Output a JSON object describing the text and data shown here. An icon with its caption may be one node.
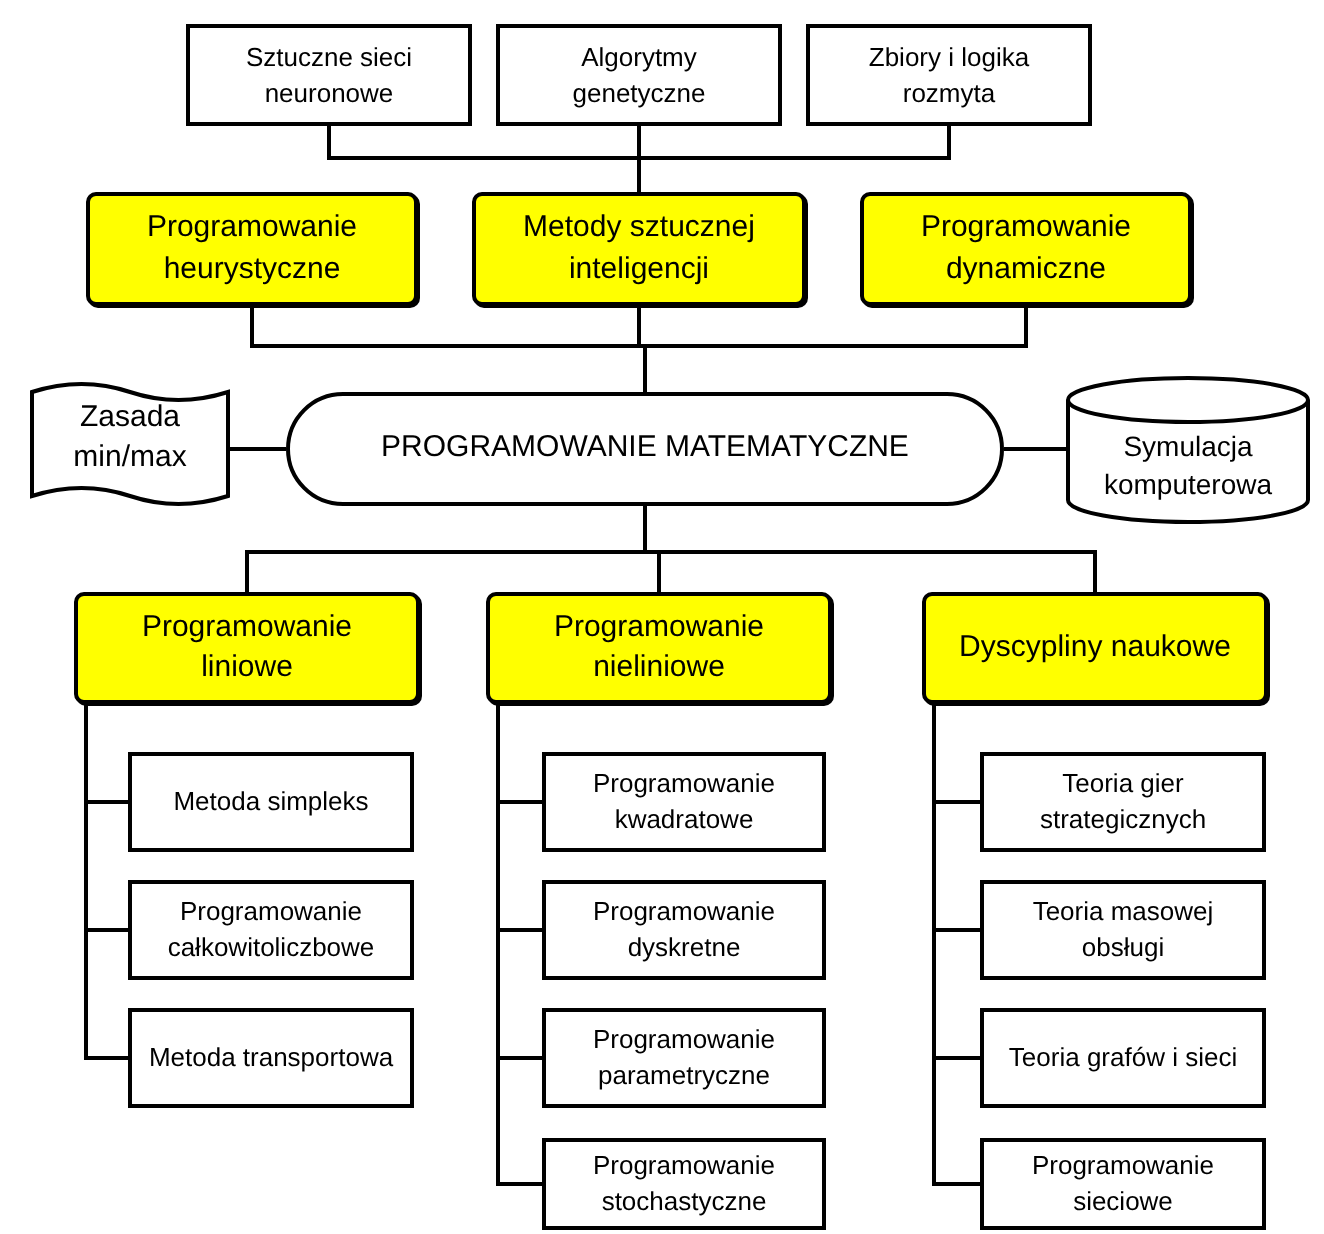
{
  "diagram": {
    "nodes": [
      {
        "text": [
          "Sztuczne sieci neuronowe"
        ]
      },
      {
        "text": [
          "Algorytmy genetyczne"
        ]
      },
      {
        "text": [
          "Zbiory i logika rozmyta"
        ]
      },
      {
        "text": [
          "Programowanie heurystyczne"
        ]
      },
      {
        "text": [
          "Metody sztucznej inteligencji"
        ]
      },
      {
        "text": [
          "Programowanie dynamiczne"
        ]
      },
      {
        "text": [
          "Zasada min/max"
        ]
      },
      {
        "text": [
          "PROGRAMOWANIE MATEMATYCZNE"
        ]
      },
      {
        "text": [
          "Symulacja komputerowa"
        ]
      },
      {
        "text": [
          "Programowanie liniowe"
        ]
      },
      {
        "text": [
          "Programowanie nieliniowe"
        ]
      },
      {
        "text": [
          "Dyscypliny naukowe"
        ]
      },
      {
        "text": [
          "Metoda simpleks"
        ]
      },
      {
        "text": [
          "Programowanie całkowitoliczbowe"
        ]
      },
      {
        "text": [
          "Metoda transportowa"
        ]
      },
      {
        "text": [
          "Programowanie kwadratowe"
        ]
      },
      {
        "text": [
          "Programowanie dyskretne"
        ]
      },
      {
        "text": [
          "Programowanie parametryczne"
        ]
      },
      {
        "text": [
          "Programowanie stochastyczne"
        ]
      },
      {
        "text": [
          "Teoria gier strategicznych"
        ]
      },
      {
        "text": [
          "Teoria masowej obsługi"
        ]
      },
      {
        "text": [
          "Teoria grafów i sieci"
        ]
      },
      {
        "text": [
          "Programowanie sieciowe"
        ]
      }
    ],
    "edges": [
      {
        "from": 0,
        "to": 4,
        "arrow": "none"
      },
      {
        "from": 1,
        "to": 4,
        "arrow": "none"
      },
      {
        "from": 2,
        "to": 4,
        "arrow": "none"
      },
      {
        "from": 3,
        "to": 7,
        "arrow": "none"
      },
      {
        "from": 4,
        "to": 7,
        "arrow": "none"
      },
      {
        "from": 5,
        "to": 7,
        "arrow": "none"
      },
      {
        "from": 6,
        "to": 7,
        "arrow": "none"
      },
      {
        "from": 7,
        "to": 8,
        "arrow": "none"
      },
      {
        "from": 7,
        "to": 9,
        "arrow": "none"
      },
      {
        "from": 7,
        "to": 10,
        "arrow": "none"
      },
      {
        "from": 7,
        "to": 11,
        "arrow": "none"
      },
      {
        "from": 9,
        "to": 12,
        "arrow": "none"
      },
      {
        "from": 9,
        "to": 13,
        "arrow": "none"
      },
      {
        "from": 9,
        "to": 14,
        "arrow": "none"
      },
      {
        "from": 10,
        "to": 15,
        "arrow": "none"
      },
      {
        "from": 10,
        "to": 16,
        "arrow": "none"
      },
      {
        "from": 10,
        "to": 17,
        "arrow": "none"
      },
      {
        "from": 10,
        "to": 18,
        "arrow": "none"
      },
      {
        "from": 11,
        "to": 19,
        "arrow": "none"
      },
      {
        "from": 11,
        "to": 20,
        "arrow": "none"
      },
      {
        "from": 11,
        "to": 21,
        "arrow": "none"
      },
      {
        "from": 11,
        "to": 22,
        "arrow": "none"
      }
    ]
  }
}
